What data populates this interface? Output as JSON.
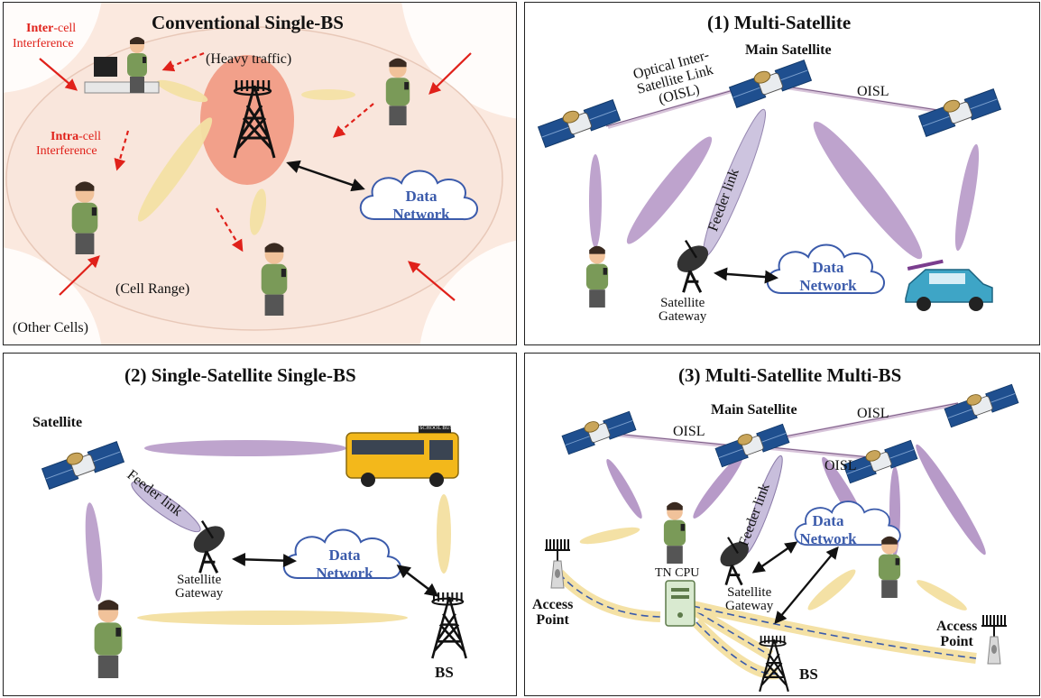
{
  "panel_a": {
    "title": "Conventional Single-BS",
    "inter_cell": "Inter",
    "inter_cell_rest": "-cell",
    "inter_interference": "Interference",
    "intra_cell": "Intra",
    "intra_cell_rest": "-cell",
    "intra_interference": "Interference",
    "heavy_traffic": "(Heavy traffic)",
    "cloud_line1": "Data",
    "cloud_line2": "Network",
    "cell_range": "(Cell Range)",
    "other_cells": "(Other Cells)"
  },
  "panel_b": {
    "title": "(1) Multi-Satellite",
    "main_satellite": "Main Satellite",
    "oisl_full_1": "Optical Inter-",
    "oisl_full_2": "Satellite Link",
    "oisl_full_3": "(OISL)",
    "oisl": "OISL",
    "feeder_link": "Feeder link",
    "cloud_line1": "Data",
    "cloud_line2": "Network",
    "gateway_line1": "Satellite",
    "gateway_line2": "Gateway"
  },
  "panel_c": {
    "title": "(2) Single-Satellite Single-BS",
    "satellite": "Satellite",
    "feeder_link": "Feeder link",
    "cloud_line1": "Data",
    "cloud_line2": "Network",
    "gateway_line1": "Satellite",
    "gateway_line2": "Gateway",
    "bs": "BS",
    "bus_sign": "SCHOOL BUS"
  },
  "panel_d": {
    "title": "(3) Multi-Satellite Multi-BS",
    "main_satellite": "Main Satellite",
    "oisl_1": "OISL",
    "oisl_2": "OISL",
    "oisl_3": "OISL",
    "feeder_link": "Feeder link",
    "cloud_line1": "Data",
    "cloud_line2": "Network",
    "tn_cpu": "TN CPU",
    "gateway_line1": "Satellite",
    "gateway_line2": "Gateway",
    "access_point_left_1": "Access",
    "access_point_left_2": "Point",
    "access_point_right_1": "Access",
    "access_point_right_2": "Point",
    "bs": "BS"
  },
  "colors": {
    "beam_purple": "#b79ac8",
    "beam_yellow": "#f4e1a5",
    "cell_bg": "#f9e6dc",
    "heavy_cell": "#f2a08a",
    "oisl_line": "#d7c3d9",
    "arrow_red": "#e0211a",
    "cloud_text": "#3b5bab"
  },
  "icons": [
    "satellite-icon",
    "tower-icon",
    "cloud-icon",
    "dish-icon",
    "person-icon",
    "bus-icon",
    "car-icon",
    "cpu-icon",
    "access-point-icon"
  ]
}
